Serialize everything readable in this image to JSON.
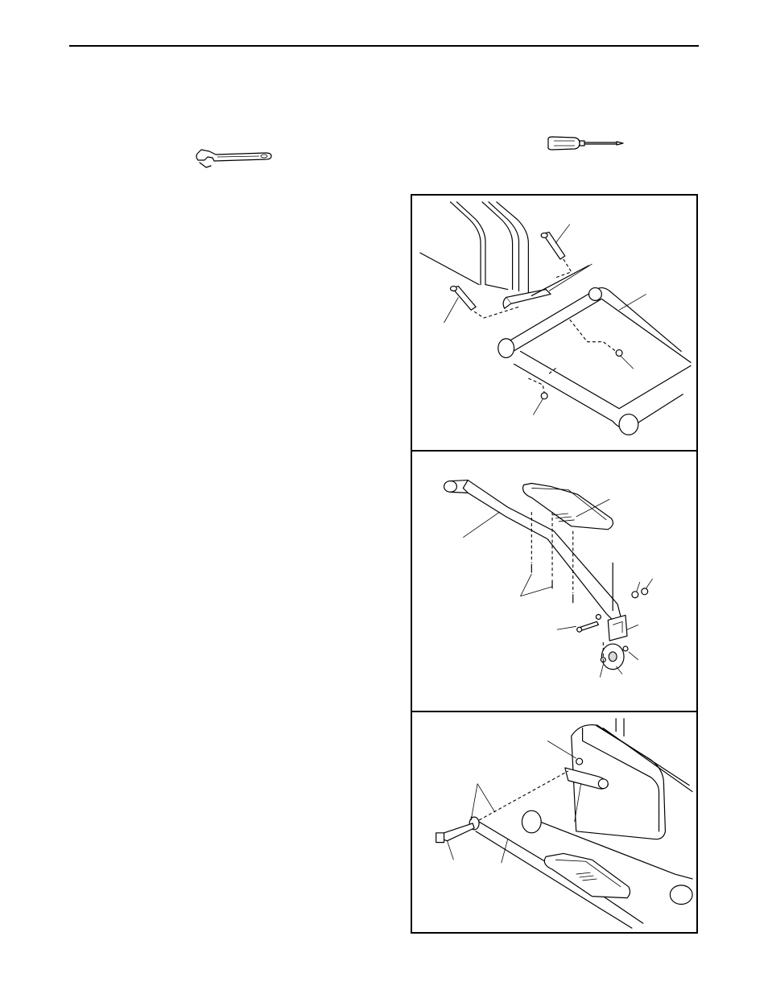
{
  "page": {
    "tools": [
      {
        "name": "adjustable-wrench-icon"
      },
      {
        "name": "phillips-screwdriver-icon"
      }
    ],
    "figures": [
      {
        "name": "figure-frame-stabilizer"
      },
      {
        "name": "figure-pedal-arm"
      },
      {
        "name": "figure-pedal-arm-attachment"
      }
    ]
  }
}
